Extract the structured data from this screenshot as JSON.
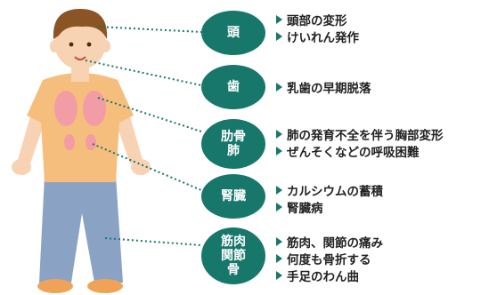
{
  "badges": [
    {
      "lines": [
        "頭"
      ]
    },
    {
      "lines": [
        "歯"
      ]
    },
    {
      "lines": [
        "肋骨",
        "肺"
      ]
    },
    {
      "lines": [
        "腎臓"
      ]
    },
    {
      "lines": [
        "筋肉",
        "関節",
        "骨"
      ]
    }
  ],
  "groups": [
    {
      "items": [
        "頭部の変形",
        "けいれん発作"
      ]
    },
    {
      "items": [
        "乳歯の早期脱落"
      ]
    },
    {
      "items": [
        "肺の発育不全を伴う胸部変形",
        "ぜんそくなどの呼吸困難"
      ]
    },
    {
      "items": [
        "カルシウムの蓄積",
        "腎臓病"
      ]
    },
    {
      "items": [
        "筋肉、関節の痛み",
        "何度も骨折する",
        "手足のわん曲"
      ]
    }
  ],
  "colors": {
    "accent": "#17776a",
    "shirt": "#f6be7c",
    "skin": "#f7d2b3",
    "hair": "#8a5424",
    "pants": "#8aa3c4",
    "organ": "#f29ca6"
  }
}
